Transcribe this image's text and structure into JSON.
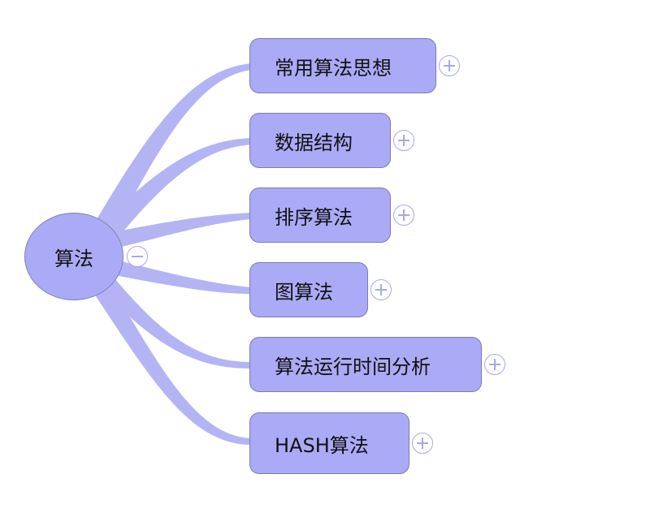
{
  "root": {
    "label": "算法",
    "collapse_icon": "collapse-minus-icon"
  },
  "branches": [
    {
      "label": "常用算法思想",
      "expand_icon": "expand-plus-icon"
    },
    {
      "label": "数据结构",
      "expand_icon": "expand-plus-icon"
    },
    {
      "label": "排序算法",
      "expand_icon": "expand-plus-icon"
    },
    {
      "label": "图算法",
      "expand_icon": "expand-plus-icon"
    },
    {
      "label": "算法运行时间分析",
      "expand_icon": "expand-plus-icon"
    },
    {
      "label": "HASH算法",
      "expand_icon": "expand-plus-icon"
    }
  ],
  "colors": {
    "node_fill": "#aaaaf6",
    "connector": "#b4b4f4",
    "node_border": "#7c7cb0"
  }
}
